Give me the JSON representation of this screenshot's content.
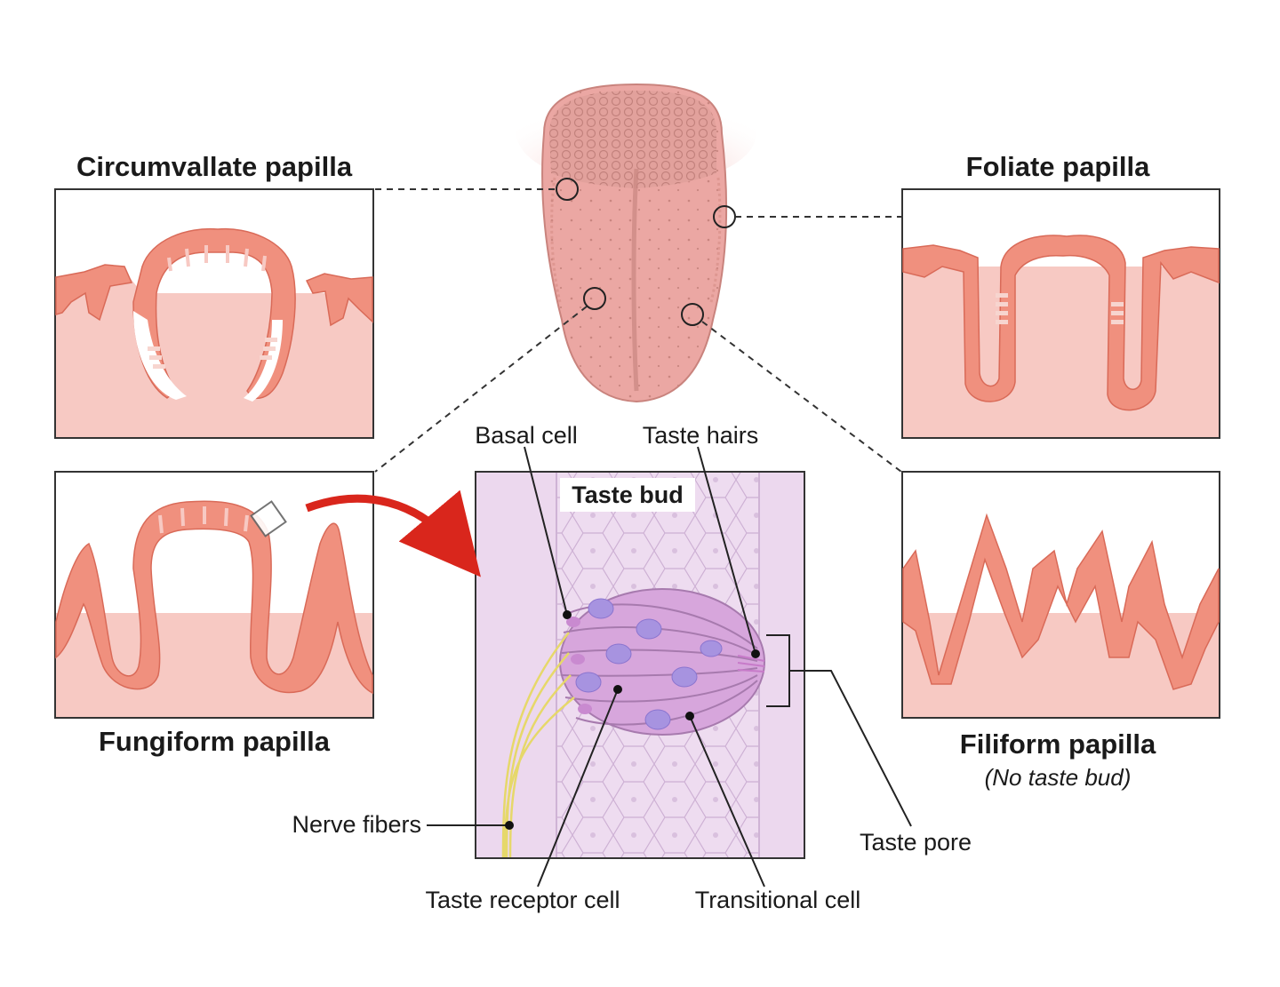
{
  "labels": {
    "circumvallate": "Circumvallate papilla",
    "foliate": "Foliate papilla",
    "fungiform": "Fungiform papilla",
    "filiform": "Filiform papilla",
    "filiform_note": "(No taste bud)",
    "taste_bud": "Taste bud",
    "basal_cell": "Basal cell",
    "taste_hairs": "Taste hairs",
    "nerve_fibers": "Nerve fibers",
    "taste_receptor_cell": "Taste receptor cell",
    "transitional_cell": "Transitional cell",
    "taste_pore": "Taste pore"
  },
  "colors": {
    "epithelium": "#f0907e",
    "tissue": "#f7c9c3",
    "tongue": "#eba7a3",
    "taste_bud_cells": "#d7a6dc",
    "nuclei": "#a793e0",
    "nerve": "#e6d86a",
    "arrow": "#d9261c"
  }
}
